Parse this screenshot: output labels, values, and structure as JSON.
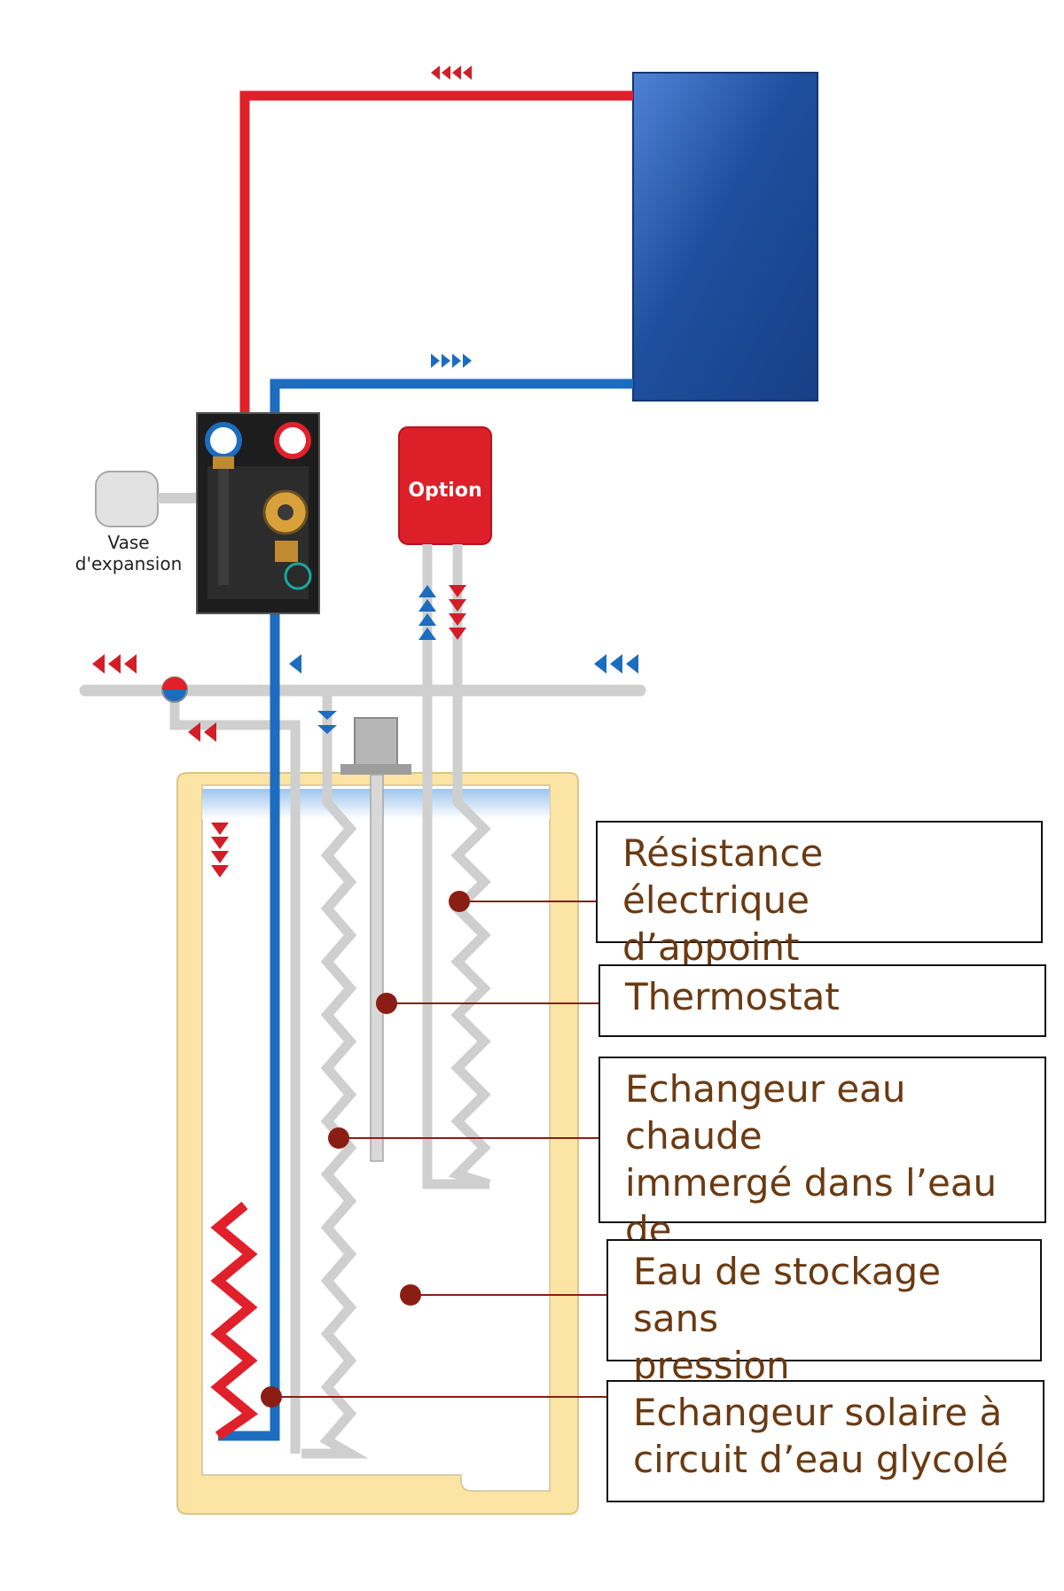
{
  "colors": {
    "hot": "#e0202a",
    "cold": "#1c6cc0",
    "pipe": "#cfcfcf",
    "tank_wall": "#fbe4a4",
    "panel": "#1e4f9e",
    "option": "#dd1f2a",
    "pointer": "#8b1e14",
    "label_text": "#6b3a12"
  },
  "component_labels": {
    "option": "Option",
    "expansion_vessel": "Vase\nd'expansion"
  },
  "labels": {
    "resistance": "Résistance électrique\nd’appoint",
    "thermostat": "Thermostat",
    "echangeur_eau_chaude": "Echangeur eau chaude\nimmergé dans l’eau de\nstockage",
    "eau_stockage": "Eau de stockage sans\npression",
    "echangeur_solaire": "Echangeur solaire à\ncircuit d’eau glycolé"
  },
  "icons": [
    "solar-panel-icon",
    "pump-station-icon",
    "pressure-gauge-icon",
    "circulation-pump-icon",
    "expansion-vessel-icon",
    "thermostat-probe-icon",
    "mixing-valve-icon",
    "flow-arrow-icon"
  ]
}
